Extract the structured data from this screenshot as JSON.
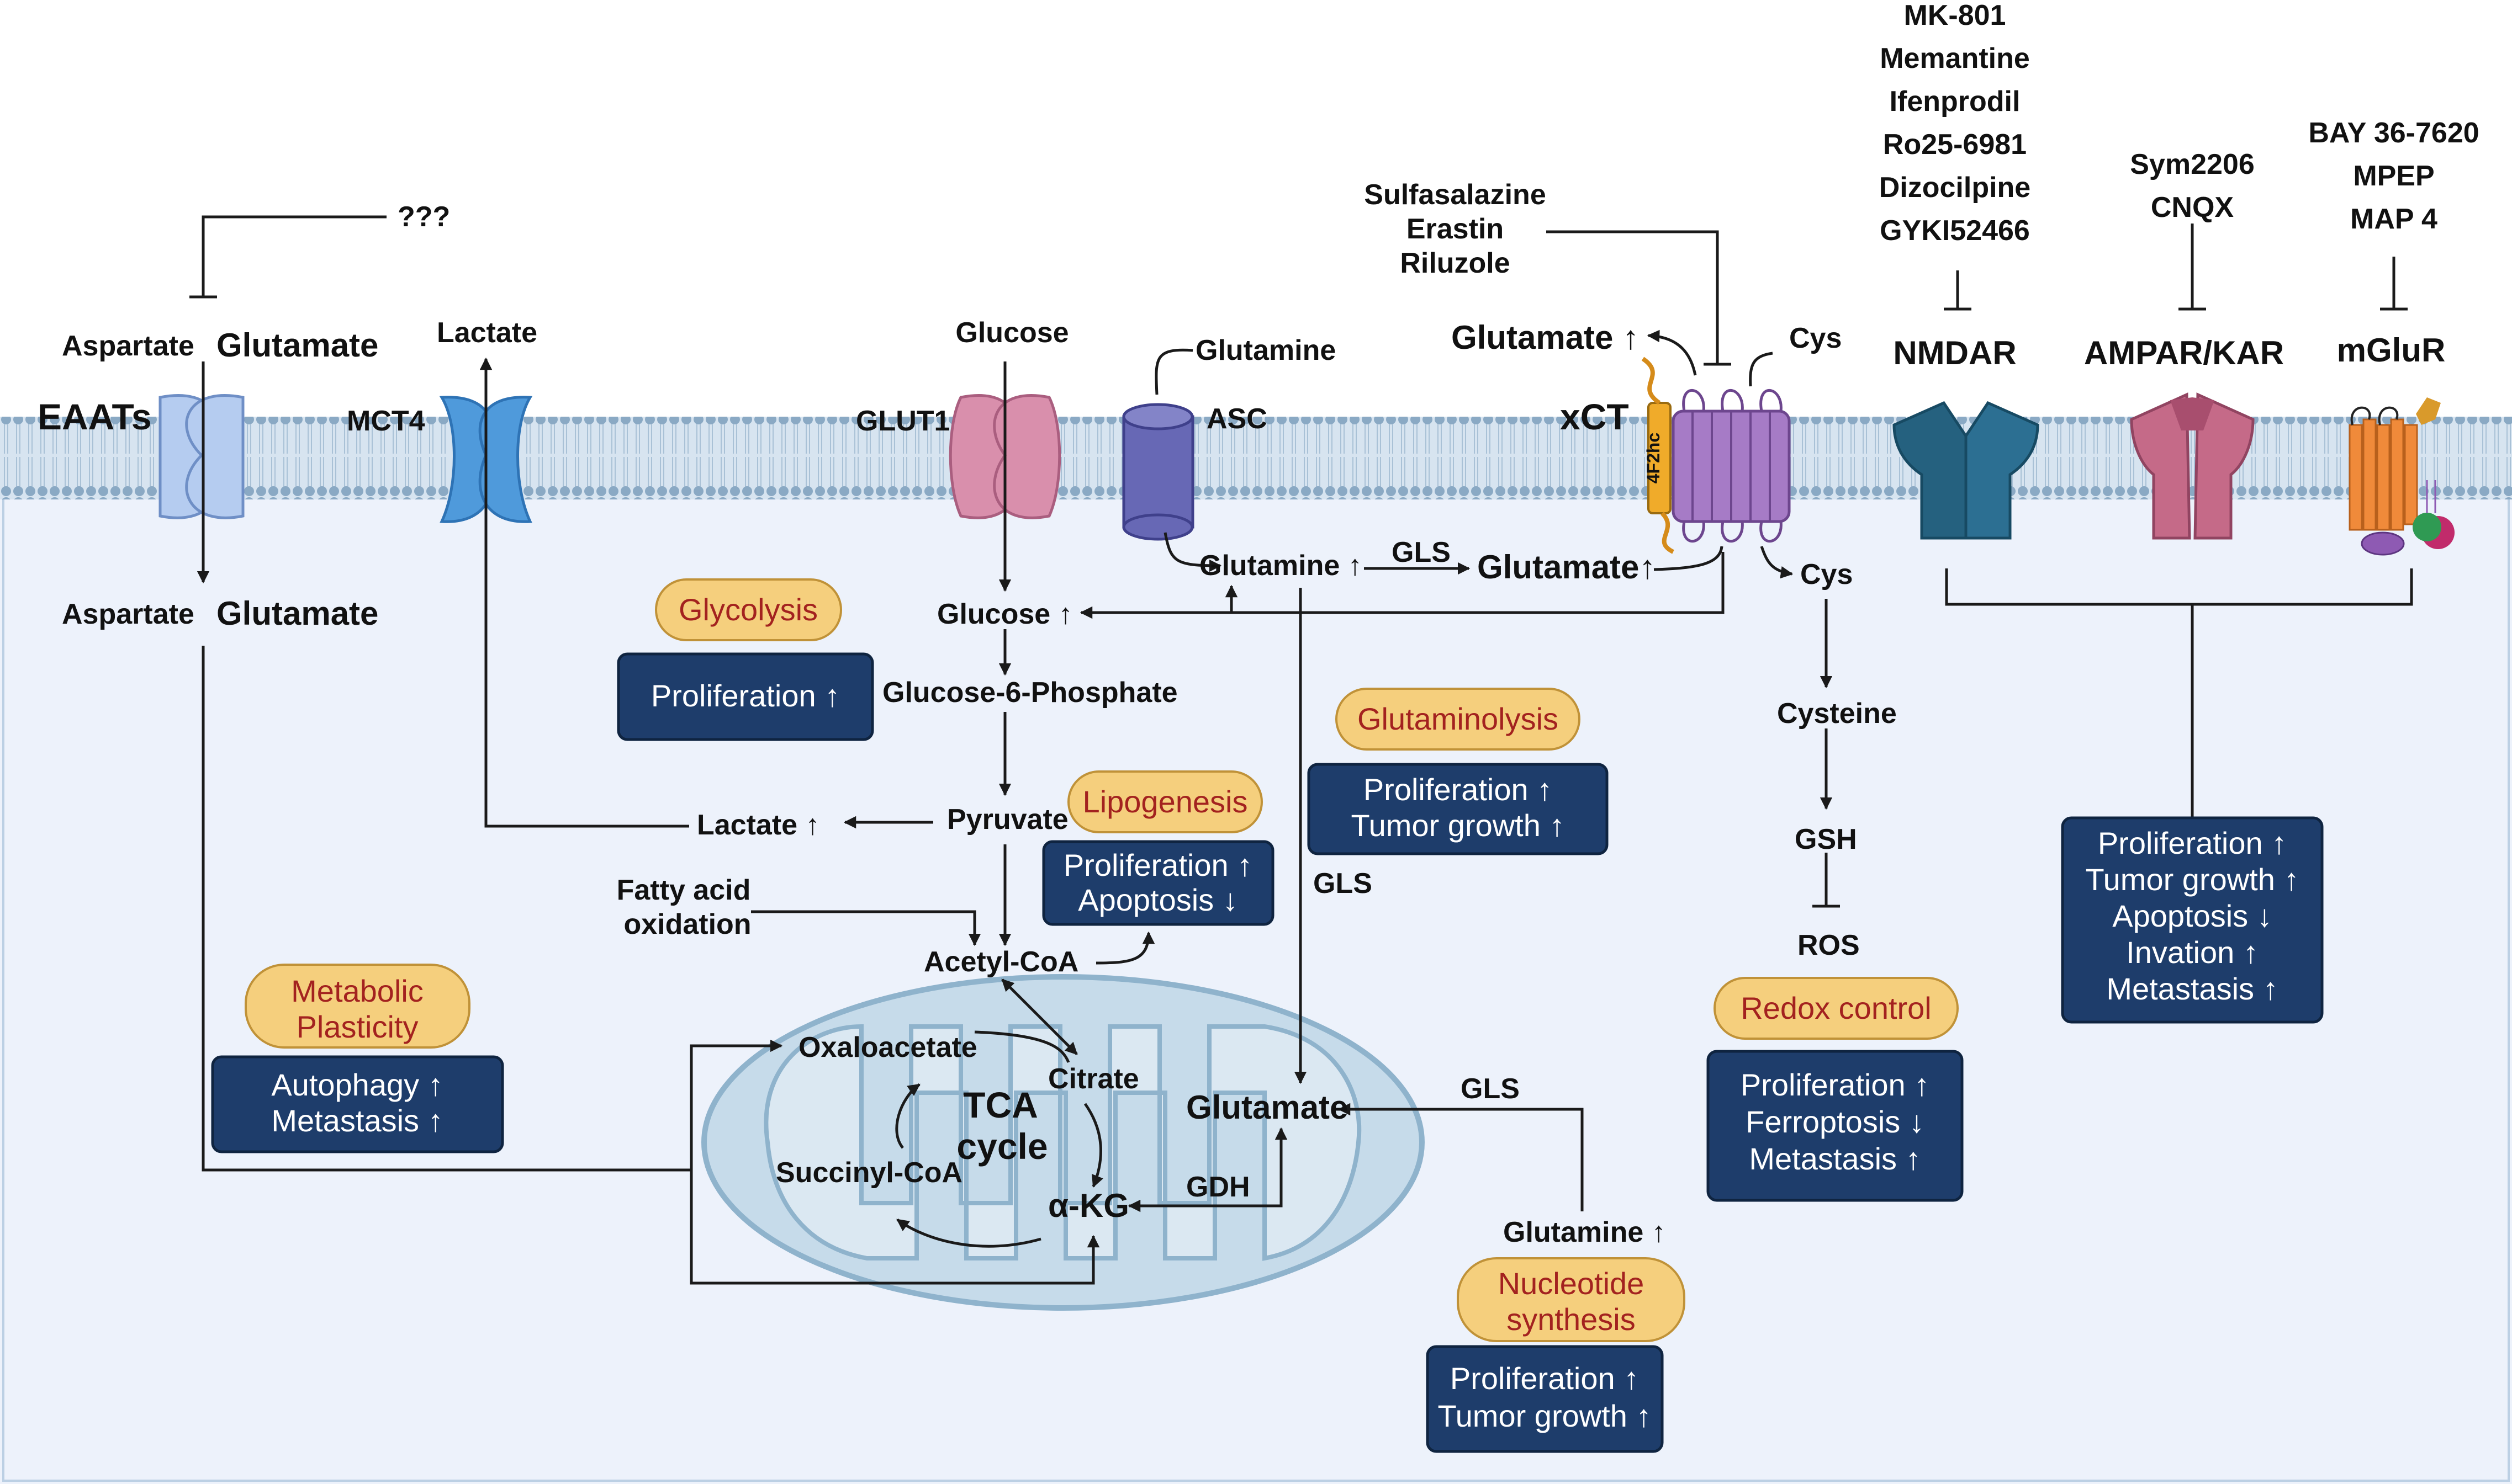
{
  "colors": {
    "cytoplasm": "#edf2fb",
    "membrane_blue": "#b9cfe1",
    "membrane_head": "#8aa9c4",
    "mito_fill": "#c6dbea",
    "mito_stroke": "#8fb3cc",
    "box_navy": "#1e3d6b",
    "process_fill": "#f5cf7d",
    "process_text": "#a3221f"
  },
  "transporters": {
    "eaats": "EAATs",
    "mct4": "MCT4",
    "glut1": "GLUT1",
    "asc": "ASC",
    "xct": "xCT",
    "xct_subunit": "4F2hc",
    "nmdar": "NMDAR",
    "ampar": "AMPAR/KAR",
    "mglur": "mGluR"
  },
  "inhibitors": {
    "unknown": "???",
    "xct": [
      "Sulfasalazine",
      "Erastin",
      "Riluzole"
    ],
    "nmdar": [
      "MK-801",
      "Memantine",
      "Ifenprodil",
      "Ro25-6981",
      "Dizocilpine",
      "GYKI52466"
    ],
    "ampar": [
      "Sym2206",
      "CNQX"
    ],
    "mglur": [
      "BAY 36-7620",
      "MPEP",
      "MAP 4"
    ]
  },
  "extracellular": {
    "aspartate": "Aspartate",
    "glutamate": "Glutamate",
    "lactate": "Lactate",
    "glucose": "Glucose",
    "glutamine": "Glutamine",
    "glutamate_up": "Glutamate ↑",
    "cys": "Cys"
  },
  "intracellular": {
    "aspartate": "Aspartate",
    "glutamate": "Glutamate",
    "glutamine_up": "Glutamine ↑",
    "gls_top": "GLS",
    "glutamate_up": "Glutamate↑",
    "cys": "Cys",
    "glucose_up": "Glucose ↑",
    "g6p": "Glucose-6-Phosphate",
    "pyruvate": "Pyruvate",
    "lactate_up": "Lactate  ↑",
    "fatty_acid_l1": "Fatty acid",
    "fatty_acid_l2": "oxidation",
    "acetyl_coa": "Acetyl-CoA",
    "gls_mid": "GLS",
    "cysteine": "Cysteine",
    "gsh": "GSH",
    "ros": "ROS",
    "gls_low": "GLS",
    "glutamine_low": "Glutamine ↑"
  },
  "tca": {
    "oxaloacetate": "Oxaloacetate",
    "citrate": "Citrate",
    "tca_l1": "TCA",
    "tca_l2": "cycle",
    "succinyl_coa": "Succinyl-CoA",
    "akg": "α-KG",
    "gdh": "GDH",
    "glutamate": "Glutamate"
  },
  "processes": {
    "glycolysis": "Glycolysis",
    "lipogenesis": "Lipogenesis",
    "glutaminolysis": "Glutaminolysis",
    "metabolic_l1": "Metabolic",
    "metabolic_l2": "Plasticity",
    "redox": "Redox control",
    "nucleotide_l1": "Nucleotide",
    "nucleotide_l2": "synthesis"
  },
  "effects": {
    "glycolysis": [
      "Proliferation ↑"
    ],
    "lipogenesis": [
      "Proliferation ↑",
      "Apoptosis   ↓"
    ],
    "glutaminolysis": [
      "Proliferation ↑",
      "Tumor growth ↑"
    ],
    "metabolic": [
      "Autophagy ↑",
      "Metastasis ↑"
    ],
    "redox": [
      "Proliferation ↑",
      "Ferroptosis ↓",
      "Metastasis ↑"
    ],
    "nucleotide": [
      "Proliferation ↑",
      "Tumor growth ↑"
    ],
    "receptors": [
      "Proliferation ↑",
      "Tumor growth ↑",
      "Apoptosis ↓",
      "Invation ↑",
      "Metastasis ↑"
    ]
  }
}
